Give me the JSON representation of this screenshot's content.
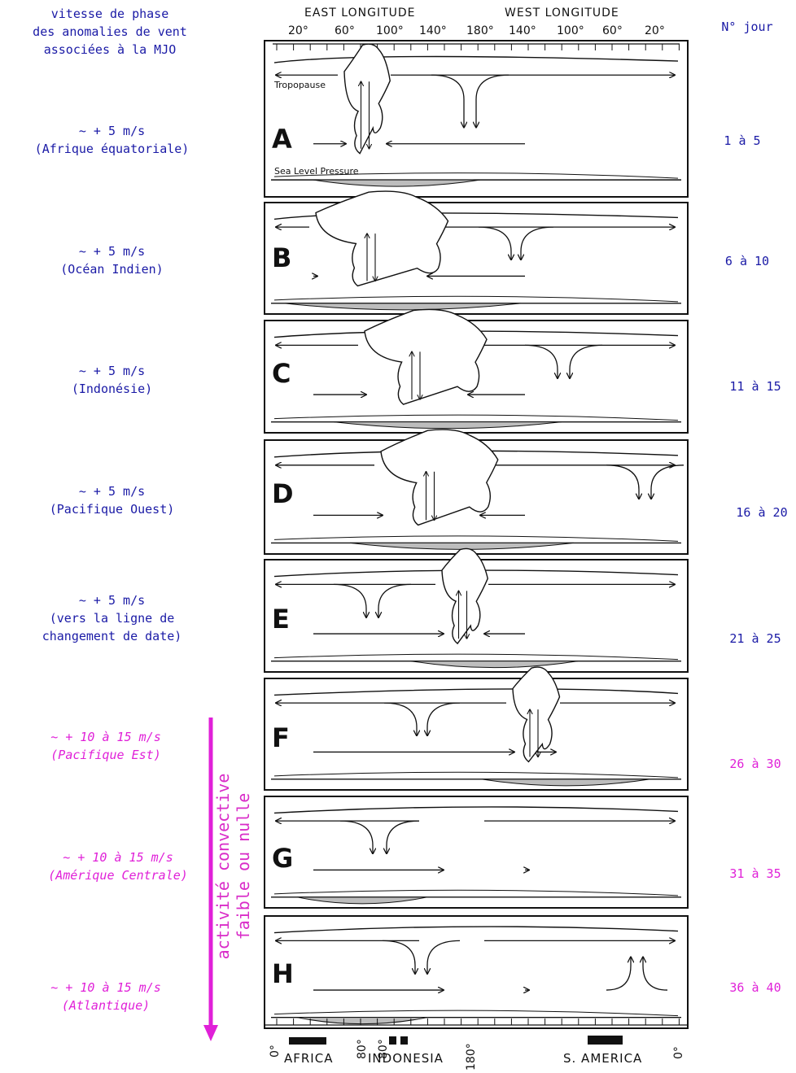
{
  "header": {
    "left_title_lines": [
      "vitesse de phase",
      "des anomalies de vent",
      "associées à la MJO"
    ],
    "east_longitude": "EAST LONGITUDE",
    "west_longitude": "WEST LONGITUDE",
    "lon_ticks": [
      "20°",
      "60°",
      "100°",
      "140°",
      "180°",
      "140°",
      "100°",
      "60°",
      "20°"
    ],
    "day_column_title": "N° jour"
  },
  "panels": [
    {
      "letter": "A",
      "speed": "~ + 5 m/s",
      "region": "(Afrique équatoriale)",
      "days": "1 à 5",
      "weak": false,
      "tropopause_label": "Tropopause",
      "slp_label": "Sea Level Pressure"
    },
    {
      "letter": "B",
      "speed": "~ + 5 m/s",
      "region": "(Océan Indien)",
      "days": "6 à 10",
      "weak": false
    },
    {
      "letter": "C",
      "speed": "~ + 5 m/s",
      "region": "(Indonésie)",
      "days": "11 à 15",
      "weak": false
    },
    {
      "letter": "D",
      "speed": "~ + 5 m/s",
      "region": "(Pacifique Ouest)",
      "days": "16 à 20",
      "weak": false
    },
    {
      "letter": "E",
      "speed": "~ + 5 m/s",
      "region_lines": [
        "(vers la ligne de",
        "changement de date)"
      ],
      "days": "21 à 25",
      "weak": false
    },
    {
      "letter": "F",
      "speed": "~ + 10 à 15 m/s",
      "region": "(Pacifique Est)",
      "days": "26 à 30",
      "weak": true
    },
    {
      "letter": "G",
      "speed": "~ + 10 à 15 m/s",
      "region": "(Amérique Centrale)",
      "days": "31 à 35",
      "weak": true
    },
    {
      "letter": "H",
      "speed": "~ + 10 à 15 m/s",
      "region": "(Atlantique)",
      "days": "36 à 40",
      "weak": true
    }
  ],
  "weak_activity_label_lines": [
    "activité convective",
    "faible ou nulle"
  ],
  "bottom_axis": {
    "deg_labels": [
      "0°",
      "80°",
      "80°",
      "180°",
      "0°"
    ],
    "regions": [
      "AFRICA",
      "INDONESIA",
      "S. AMERICA"
    ]
  },
  "colors": {
    "blue_text": "#1a1aa6",
    "magenta": "#e020d8",
    "ink": "#111111"
  }
}
